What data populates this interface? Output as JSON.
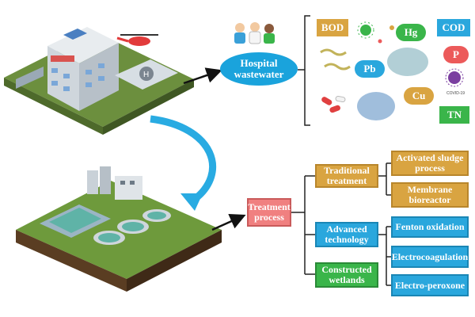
{
  "source": {
    "label": "Hospital wastewater"
  },
  "pollutants": [
    {
      "name": "BOD",
      "color": "#d9a441"
    },
    {
      "name": "Hg",
      "color": "#3ab54a"
    },
    {
      "name": "COD",
      "color": "#2aa7dd"
    },
    {
      "name": "Pb",
      "color": "#2aa7dd"
    },
    {
      "name": "P",
      "color": "#ec5a5a"
    },
    {
      "name": "Cu",
      "color": "#d9a441"
    },
    {
      "name": "TN",
      "color": "#3ab54a"
    }
  ],
  "treatment": {
    "label": "Treatment process",
    "categories": [
      {
        "label": "Traditional treatment",
        "color": "#d9a441",
        "methods": [
          "Activated sludge process",
          "Membrane bioreactor"
        ]
      },
      {
        "label": "Advanced technology",
        "color": "#2aa7dd",
        "methods": [
          "Fenton oxidation",
          "Electrocoagulation",
          "Electro-peroxone"
        ]
      },
      {
        "label": "Constructed wetlands",
        "color": "#3ab54a",
        "methods": []
      }
    ]
  },
  "colors": {
    "source": "#1aa3dc",
    "treatment": "#f08080",
    "arrow": "#29abe2"
  },
  "icons": [
    "hospital-building-icon",
    "helicopter-icon",
    "wastewater-plant-icon",
    "doctors-icon",
    "virus-icon",
    "bacteria-icon",
    "pills-icon",
    "covid-icon"
  ]
}
